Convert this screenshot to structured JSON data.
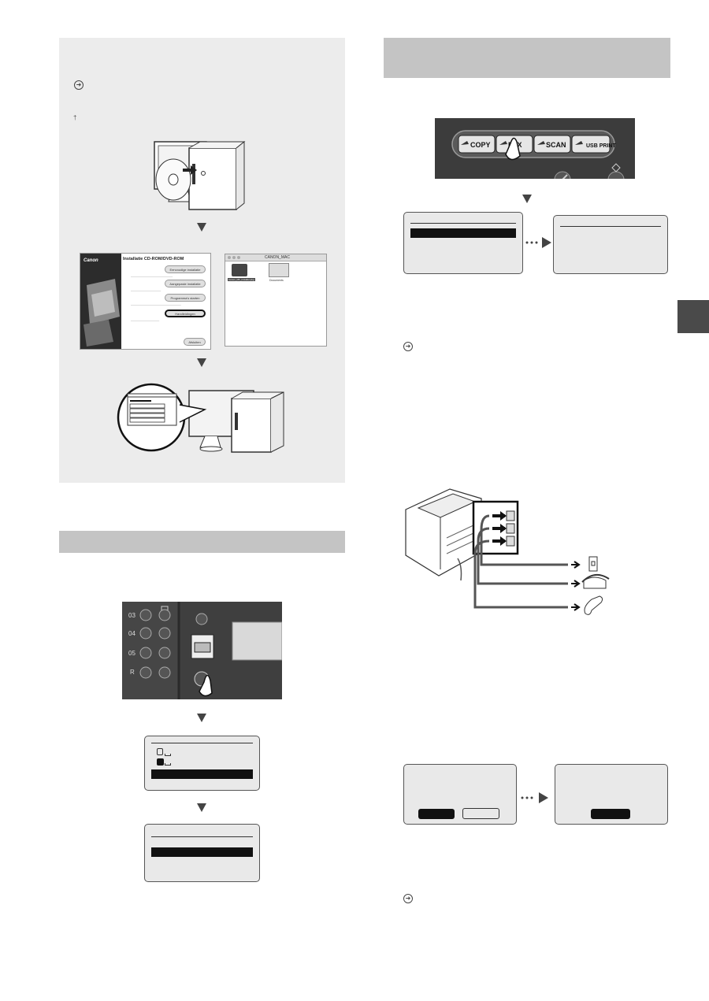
{
  "installer_window": {
    "brand": "Canon",
    "title": "Installatie CD-ROM/DVD-ROM",
    "buttons": [
      "Eenvoudige installatie",
      "Aangepaste installatie",
      "Programma's starten",
      "Handleidingen",
      "Afsluiten"
    ]
  },
  "mac_window": {
    "title": "CANON_MAC",
    "items": [
      "Canon_MF_Installer.pkg",
      "Documents"
    ]
  },
  "panel_buttons": [
    "COPY",
    "FAX",
    "SCAN",
    "USB PRINT"
  ],
  "colors": {
    "panel_bg": "#ececec",
    "header_bar": "#c4c4c4",
    "side_tab": "#4a4a4a"
  }
}
